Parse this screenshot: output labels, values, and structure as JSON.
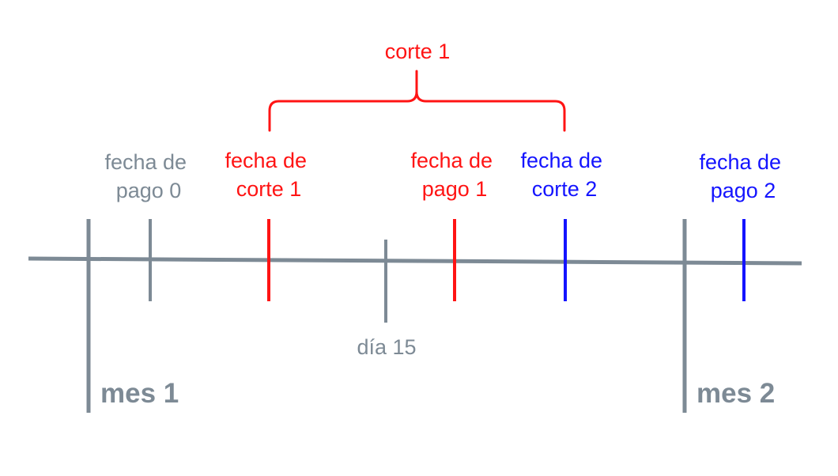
{
  "colors": {
    "axis": "#7d8a95",
    "gray": "#7d8a95",
    "red": "#ff1414",
    "blue": "#1414ff"
  },
  "bracket": {
    "label": "corte 1",
    "color": "red"
  },
  "months": [
    {
      "label": "mes 1"
    },
    {
      "label": "mes 2"
    }
  ],
  "events": [
    {
      "line1": "fecha de",
      "line2": "pago 0",
      "color": "gray"
    },
    {
      "line1": "fecha de",
      "line2": "corte 1",
      "color": "red"
    },
    {
      "line1": "día 15",
      "color": "gray"
    },
    {
      "line1": "fecha de",
      "line2": "pago 1",
      "color": "red"
    },
    {
      "line1": "fecha de",
      "line2": "corte 2",
      "color": "blue"
    },
    {
      "line1": "fecha de",
      "line2": "pago 2",
      "color": "blue"
    }
  ]
}
